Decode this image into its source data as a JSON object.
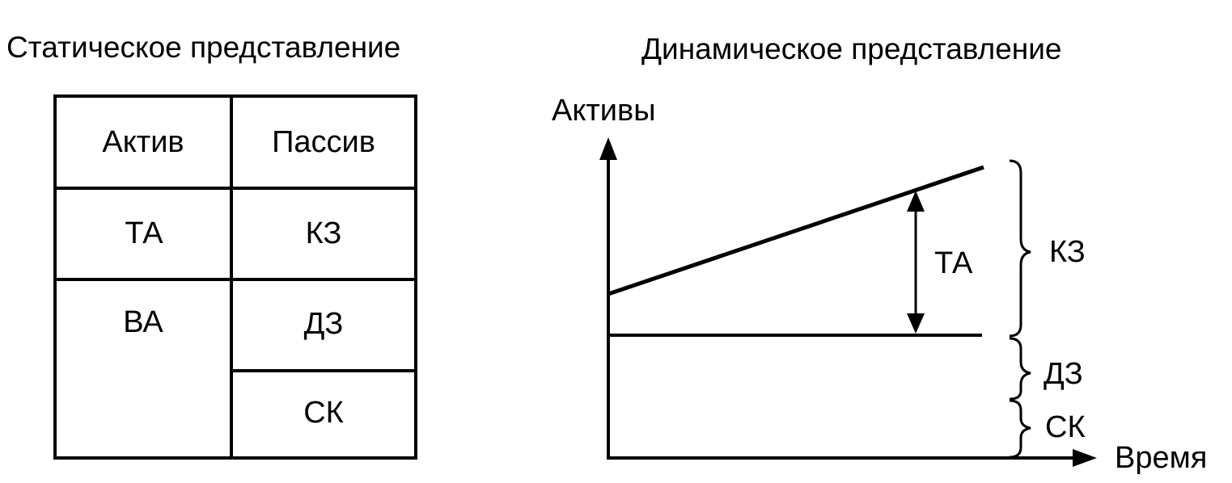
{
  "static": {
    "title": "Статическое представление",
    "headers": {
      "assets": "Актив",
      "liabilities": "Пассив"
    },
    "assets": [
      "ТА",
      "ВА"
    ],
    "liabilities": [
      "КЗ",
      "ДЗ",
      "СК"
    ]
  },
  "dynamic": {
    "title": "Динамическое представление",
    "y_axis_label": "Активы",
    "x_axis_label": "Время",
    "span_label": "ТА",
    "brace_labels": [
      "КЗ",
      "ДЗ",
      "СК"
    ]
  }
}
